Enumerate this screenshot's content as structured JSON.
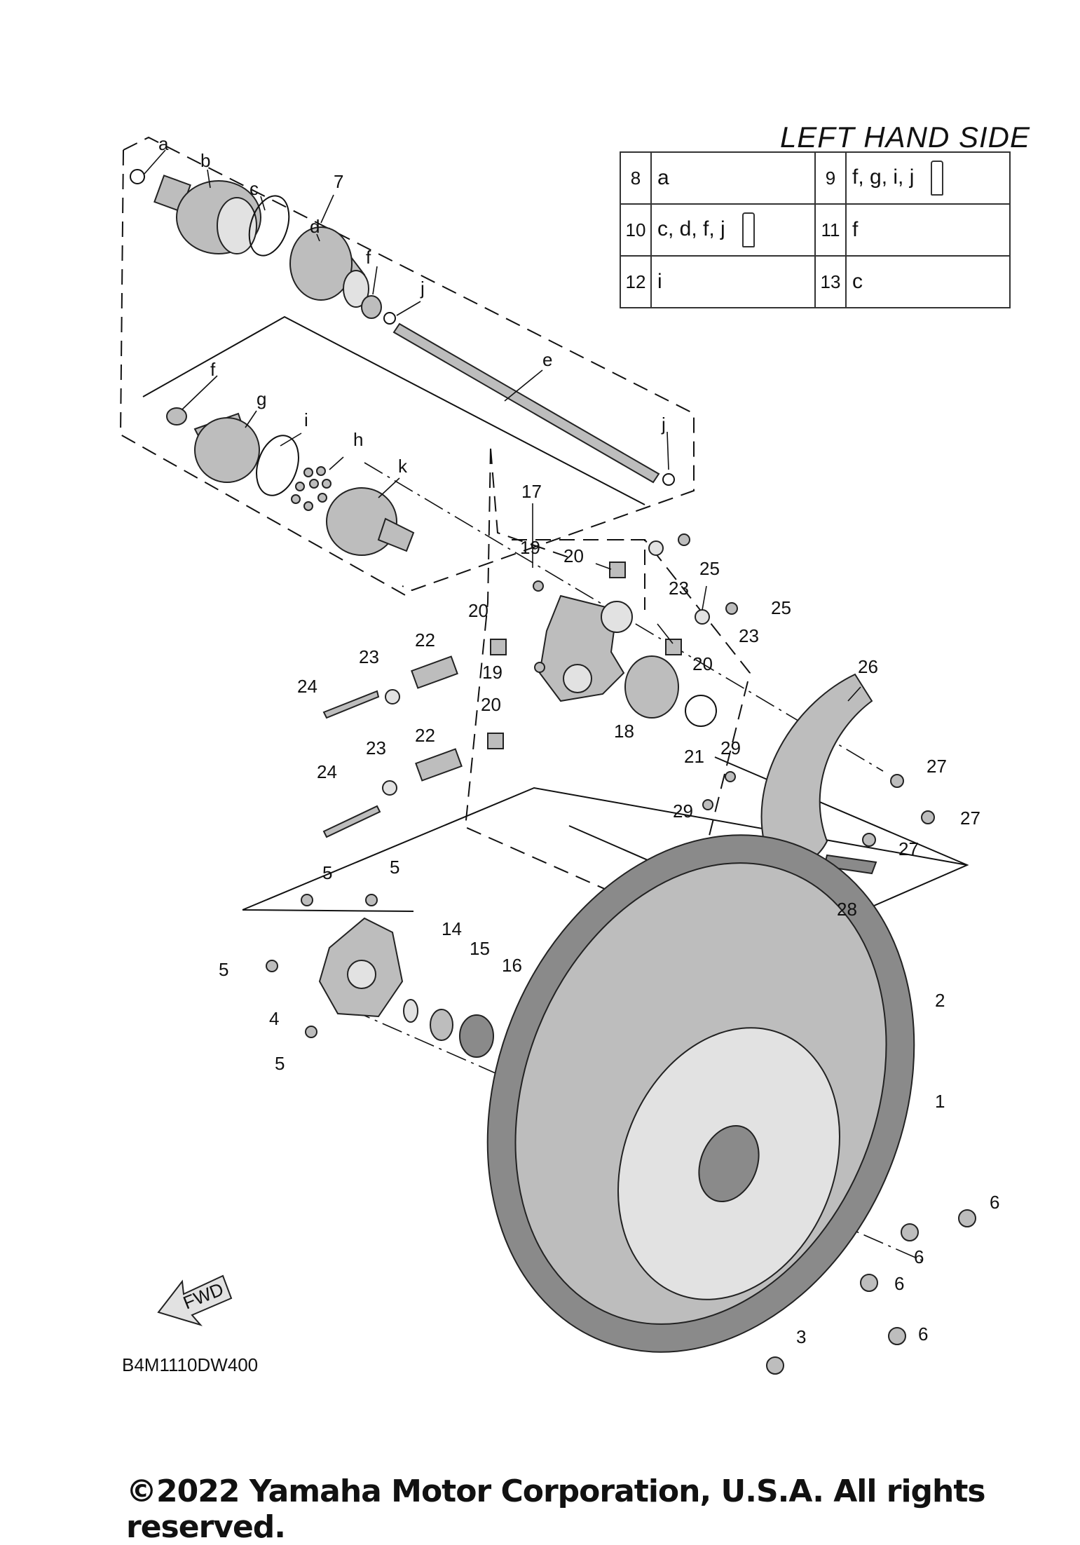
{
  "legend": {
    "title": "LEFT HAND SIDE",
    "rows": [
      [
        {
          "num": "8",
          "val": "a",
          "tube": false
        },
        {
          "num": "9",
          "val": "f, g, i, j",
          "tube": true
        }
      ],
      [
        {
          "num": "10",
          "val": "c, d, f, j",
          "tube": true
        },
        {
          "num": "11",
          "val": "f",
          "tube": false
        }
      ],
      [
        {
          "num": "12",
          "val": "i",
          "tube": false
        },
        {
          "num": "13",
          "val": "c",
          "tube": false
        }
      ]
    ]
  },
  "callouts": {
    "a": "a",
    "b": "b",
    "c": "c",
    "d": "d",
    "e": "e",
    "f": "f",
    "g": "g",
    "h": "h",
    "i": "i",
    "j": "j",
    "k": "k",
    "n1": "1",
    "n2": "2",
    "n3": "3",
    "n4": "4",
    "n5": "5",
    "n6": "6",
    "n7": "7",
    "n14": "14",
    "n15": "15",
    "n16": "16",
    "n17": "17",
    "n18": "18",
    "n19": "19",
    "n20": "20",
    "n21": "21",
    "n22": "22",
    "n23": "23",
    "n24": "24",
    "n25": "25",
    "n26": "26",
    "n27": "27",
    "n28": "28",
    "n29": "29"
  },
  "fwd_label": "FWD",
  "diagram_code": "B4M1110DW400",
  "copyright": "©2022 Yamaha Motor Corporation, U.S.A. All rights reserved."
}
